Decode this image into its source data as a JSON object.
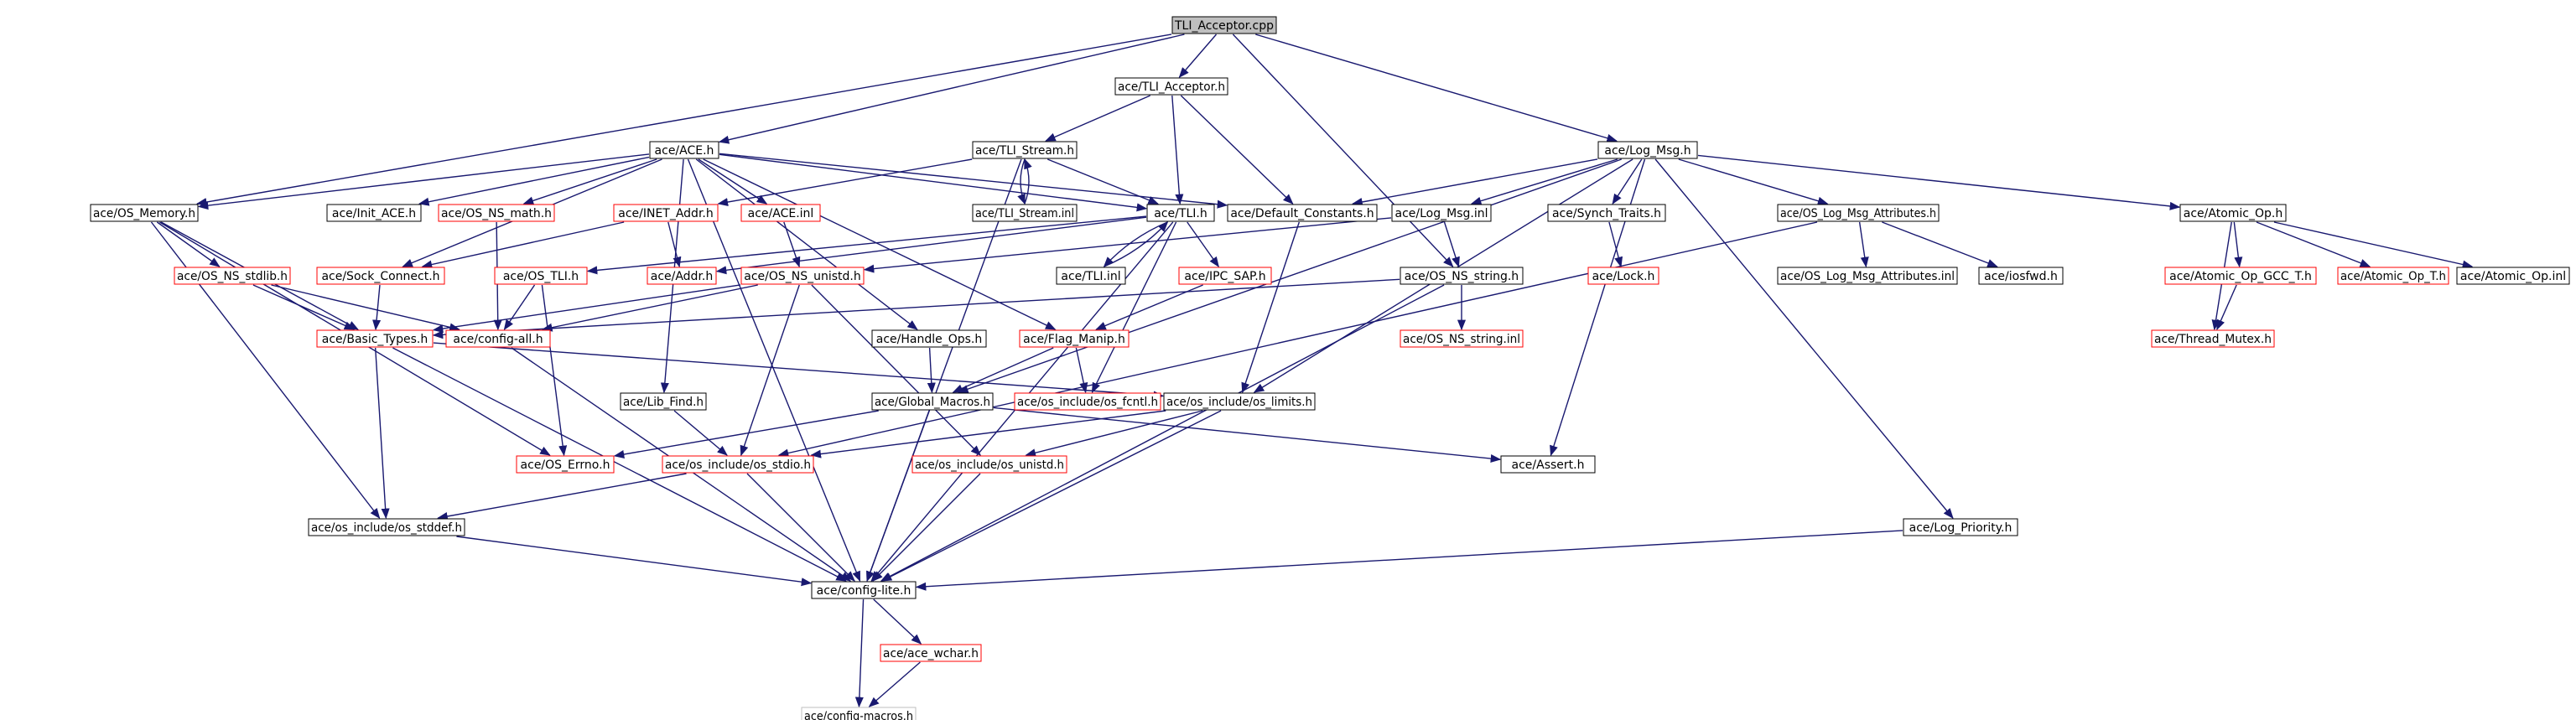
{
  "colors": {
    "edge": "#191970",
    "border_documented": "#000000",
    "border_undocumented": "#ff0000",
    "border_external": "#bfbfbf",
    "root_fill": "#bfbfbf",
    "background": "#ffffff"
  },
  "nodes": [
    {
      "id": "root",
      "label": "TLI_Acceptor.cpp",
      "kind": "root"
    },
    {
      "id": "tliacc_h",
      "label": "ace/TLI_Acceptor.h",
      "kind": "documented"
    },
    {
      "id": "ace_h",
      "label": "ace/ACE.h",
      "kind": "documented"
    },
    {
      "id": "tli_stream_h",
      "label": "ace/TLI_Stream.h",
      "kind": "documented"
    },
    {
      "id": "log_msg_h",
      "label": "ace/Log_Msg.h",
      "kind": "documented"
    },
    {
      "id": "os_memory_h",
      "label": "ace/OS_Memory.h",
      "kind": "documented"
    },
    {
      "id": "init_ace_h",
      "label": "ace/Init_ACE.h",
      "kind": "documented"
    },
    {
      "id": "os_ns_math_h",
      "label": "ace/OS_NS_math.h",
      "kind": "undocumented"
    },
    {
      "id": "inet_addr_h",
      "label": "ace/INET_Addr.h",
      "kind": "undocumented"
    },
    {
      "id": "ace_inl",
      "label": "ace/ACE.inl",
      "kind": "undocumented"
    },
    {
      "id": "tli_stream_inl",
      "label": "ace/TLI_Stream.inl",
      "kind": "documented"
    },
    {
      "id": "tli_h",
      "label": "ace/TLI.h",
      "kind": "documented"
    },
    {
      "id": "default_constants_h",
      "label": "ace/Default_Constants.h",
      "kind": "documented"
    },
    {
      "id": "log_msg_inl",
      "label": "ace/Log_Msg.inl",
      "kind": "documented"
    },
    {
      "id": "synch_traits_h",
      "label": "ace/Synch_Traits.h",
      "kind": "documented"
    },
    {
      "id": "os_log_msg_attr_h",
      "label": "ace/OS_Log_Msg_Attributes.h",
      "kind": "documented"
    },
    {
      "id": "atomic_op_h",
      "label": "ace/Atomic_Op.h",
      "kind": "documented"
    },
    {
      "id": "os_ns_stdlib_h",
      "label": "ace/OS_NS_stdlib.h",
      "kind": "undocumented"
    },
    {
      "id": "sock_connect_h",
      "label": "ace/Sock_Connect.h",
      "kind": "undocumented"
    },
    {
      "id": "os_tli_h",
      "label": "ace/OS_TLI.h",
      "kind": "undocumented"
    },
    {
      "id": "addr_h",
      "label": "ace/Addr.h",
      "kind": "undocumented"
    },
    {
      "id": "os_ns_unistd_h",
      "label": "ace/OS_NS_unistd.h",
      "kind": "undocumented"
    },
    {
      "id": "tli_inl",
      "label": "ace/TLI.inl",
      "kind": "documented"
    },
    {
      "id": "ipc_sap_h",
      "label": "ace/IPC_SAP.h",
      "kind": "undocumented"
    },
    {
      "id": "os_ns_string_h",
      "label": "ace/OS_NS_string.h",
      "kind": "documented"
    },
    {
      "id": "lock_h",
      "label": "ace/Lock.h",
      "kind": "undocumented"
    },
    {
      "id": "os_log_msg_attr_inl",
      "label": "ace/OS_Log_Msg_Attributes.inl",
      "kind": "documented"
    },
    {
      "id": "iosfwd_h",
      "label": "ace/iosfwd.h",
      "kind": "documented"
    },
    {
      "id": "atomic_op_gcc_t_h",
      "label": "ace/Atomic_Op_GCC_T.h",
      "kind": "undocumented"
    },
    {
      "id": "atomic_op_t_h",
      "label": "ace/Atomic_Op_T.h",
      "kind": "undocumented"
    },
    {
      "id": "atomic_op_inl",
      "label": "ace/Atomic_Op.inl",
      "kind": "documented"
    },
    {
      "id": "basic_types_h",
      "label": "ace/Basic_Types.h",
      "kind": "undocumented"
    },
    {
      "id": "config_all_h",
      "label": "ace/config-all.h",
      "kind": "undocumented"
    },
    {
      "id": "handle_ops_h",
      "label": "ace/Handle_Ops.h",
      "kind": "documented"
    },
    {
      "id": "flag_manip_h",
      "label": "ace/Flag_Manip.h",
      "kind": "undocumented"
    },
    {
      "id": "os_ns_string_inl",
      "label": "ace/OS_NS_string.inl",
      "kind": "undocumented"
    },
    {
      "id": "thread_mutex_h",
      "label": "ace/Thread_Mutex.h",
      "kind": "undocumented"
    },
    {
      "id": "lib_find_h",
      "label": "ace/Lib_Find.h",
      "kind": "documented"
    },
    {
      "id": "global_macros_h",
      "label": "ace/Global_Macros.h",
      "kind": "documented"
    },
    {
      "id": "os_fcntl_h",
      "label": "ace/os_include/os_fcntl.h",
      "kind": "undocumented"
    },
    {
      "id": "os_limits_h",
      "label": "ace/os_include/os_limits.h",
      "kind": "documented"
    },
    {
      "id": "os_errno_h",
      "label": "ace/OS_Errno.h",
      "kind": "undocumented"
    },
    {
      "id": "os_stdio_h",
      "label": "ace/os_include/os_stdio.h",
      "kind": "undocumented"
    },
    {
      "id": "os_unistd_h",
      "label": "ace/os_include/os_unistd.h",
      "kind": "undocumented"
    },
    {
      "id": "assert_h",
      "label": "ace/Assert.h",
      "kind": "documented"
    },
    {
      "id": "os_stddef_h",
      "label": "ace/os_include/os_stddef.h",
      "kind": "documented"
    },
    {
      "id": "log_priority_h",
      "label": "ace/Log_Priority.h",
      "kind": "documented"
    },
    {
      "id": "config_lite_h",
      "label": "ace/config-lite.h",
      "kind": "documented"
    },
    {
      "id": "ace_wchar_h",
      "label": "ace/ace_wchar.h",
      "kind": "undocumented"
    },
    {
      "id": "config_macros_h",
      "label": "ace/config-macros.h",
      "kind": "external"
    }
  ],
  "edges": [
    [
      "root",
      "tliacc_h"
    ],
    [
      "root",
      "ace_h"
    ],
    [
      "root",
      "os_memory_h"
    ],
    [
      "root",
      "log_msg_h"
    ],
    [
      "root",
      "os_ns_string_h"
    ],
    [
      "tliacc_h",
      "tli_stream_h"
    ],
    [
      "tliacc_h",
      "tli_h"
    ],
    [
      "tliacc_h",
      "default_constants_h"
    ],
    [
      "ace_h",
      "os_memory_h"
    ],
    [
      "ace_h",
      "init_ace_h"
    ],
    [
      "ace_h",
      "os_ns_math_h"
    ],
    [
      "ace_h",
      "ace_inl"
    ],
    [
      "ace_h",
      "sock_connect_h"
    ],
    [
      "ace_h",
      "lib_find_h"
    ],
    [
      "ace_h",
      "handle_ops_h"
    ],
    [
      "ace_h",
      "flag_manip_h"
    ],
    [
      "ace_h",
      "default_constants_h"
    ],
    [
      "ace_h",
      "config_lite_h"
    ],
    [
      "ace_h",
      "tli_h"
    ],
    [
      "tli_stream_h",
      "tli_stream_inl"
    ],
    [
      "tli_stream_inl",
      "tli_stream_h"
    ],
    [
      "tli_stream_h",
      "tli_h"
    ],
    [
      "tli_stream_h",
      "inet_addr_h"
    ],
    [
      "tli_stream_h",
      "config_lite_h"
    ],
    [
      "log_msg_h",
      "global_macros_h"
    ],
    [
      "log_msg_h",
      "default_constants_h"
    ],
    [
      "log_msg_h",
      "log_msg_inl"
    ],
    [
      "log_msg_h",
      "synch_traits_h"
    ],
    [
      "log_msg_h",
      "os_log_msg_attr_h"
    ],
    [
      "log_msg_h",
      "atomic_op_h"
    ],
    [
      "log_msg_h",
      "assert_h"
    ],
    [
      "log_msg_h",
      "os_limits_h"
    ],
    [
      "log_msg_h",
      "log_priority_h"
    ],
    [
      "os_memory_h",
      "os_ns_stdlib_h"
    ],
    [
      "os_memory_h",
      "basic_types_h"
    ],
    [
      "os_memory_h",
      "os_errno_h"
    ],
    [
      "os_memory_h",
      "os_stddef_h"
    ],
    [
      "os_ns_math_h",
      "config_all_h"
    ],
    [
      "inet_addr_h",
      "sock_connect_h"
    ],
    [
      "inet_addr_h",
      "addr_h"
    ],
    [
      "ace_inl",
      "os_ns_unistd_h"
    ],
    [
      "tli_h",
      "tli_inl"
    ],
    [
      "tli_inl",
      "tli_h"
    ],
    [
      "tli_h",
      "ipc_sap_h"
    ],
    [
      "tli_h",
      "os_tli_h"
    ],
    [
      "tli_h",
      "addr_h"
    ],
    [
      "tli_h",
      "os_fcntl_h"
    ],
    [
      "tli_h",
      "config_lite_h"
    ],
    [
      "default_constants_h",
      "os_limits_h"
    ],
    [
      "log_msg_inl",
      "os_ns_string_h"
    ],
    [
      "log_msg_inl",
      "os_ns_unistd_h"
    ],
    [
      "synch_traits_h",
      "lock_h"
    ],
    [
      "os_log_msg_attr_h",
      "os_log_msg_attr_inl"
    ],
    [
      "os_log_msg_attr_h",
      "iosfwd_h"
    ],
    [
      "os_log_msg_attr_h",
      "os_stdio_h"
    ],
    [
      "atomic_op_h",
      "atomic_op_gcc_t_h"
    ],
    [
      "atomic_op_h",
      "atomic_op_t_h"
    ],
    [
      "atomic_op_h",
      "atomic_op_inl"
    ],
    [
      "atomic_op_h",
      "thread_mutex_h"
    ],
    [
      "atomic_op_gcc_t_h",
      "thread_mutex_h"
    ],
    [
      "os_ns_stdlib_h",
      "basic_types_h"
    ],
    [
      "os_ns_stdlib_h",
      "config_all_h"
    ],
    [
      "sock_connect_h",
      "basic_types_h"
    ],
    [
      "os_tli_h",
      "config_all_h"
    ],
    [
      "os_tli_h",
      "os_errno_h"
    ],
    [
      "os_ns_unistd_h",
      "basic_types_h"
    ],
    [
      "os_ns_unistd_h",
      "config_all_h"
    ],
    [
      "os_ns_unistd_h",
      "os_stdio_h"
    ],
    [
      "os_ns_unistd_h",
      "os_unistd_h"
    ],
    [
      "ipc_sap_h",
      "flag_manip_h"
    ],
    [
      "os_ns_string_h",
      "basic_types_h"
    ],
    [
      "os_ns_string_h",
      "os_ns_string_inl"
    ],
    [
      "os_ns_string_h",
      "config_lite_h"
    ],
    [
      "handle_ops_h",
      "global_macros_h"
    ],
    [
      "flag_manip_h",
      "global_macros_h"
    ],
    [
      "flag_manip_h",
      "os_fcntl_h"
    ],
    [
      "basic_types_h",
      "os_limits_h"
    ],
    [
      "basic_types_h",
      "os_stddef_h"
    ],
    [
      "basic_types_h",
      "config_lite_h"
    ],
    [
      "config_all_h",
      "config_lite_h"
    ],
    [
      "lib_find_h",
      "os_stdio_h"
    ],
    [
      "global_macros_h",
      "os_errno_h"
    ],
    [
      "global_macros_h",
      "config_lite_h"
    ],
    [
      "global_macros_h",
      "assert_h"
    ],
    [
      "os_limits_h",
      "os_stdio_h"
    ],
    [
      "os_limits_h",
      "os_unistd_h"
    ],
    [
      "os_limits_h",
      "config_lite_h"
    ],
    [
      "os_stdio_h",
      "os_stddef_h"
    ],
    [
      "os_stdio_h",
      "config_lite_h"
    ],
    [
      "os_unistd_h",
      "config_lite_h"
    ],
    [
      "os_stddef_h",
      "config_lite_h"
    ],
    [
      "log_priority_h",
      "config_lite_h"
    ],
    [
      "config_lite_h",
      "ace_wchar_h"
    ],
    [
      "config_lite_h",
      "config_macros_h"
    ],
    [
      "ace_wchar_h",
      "config_macros_h"
    ]
  ]
}
